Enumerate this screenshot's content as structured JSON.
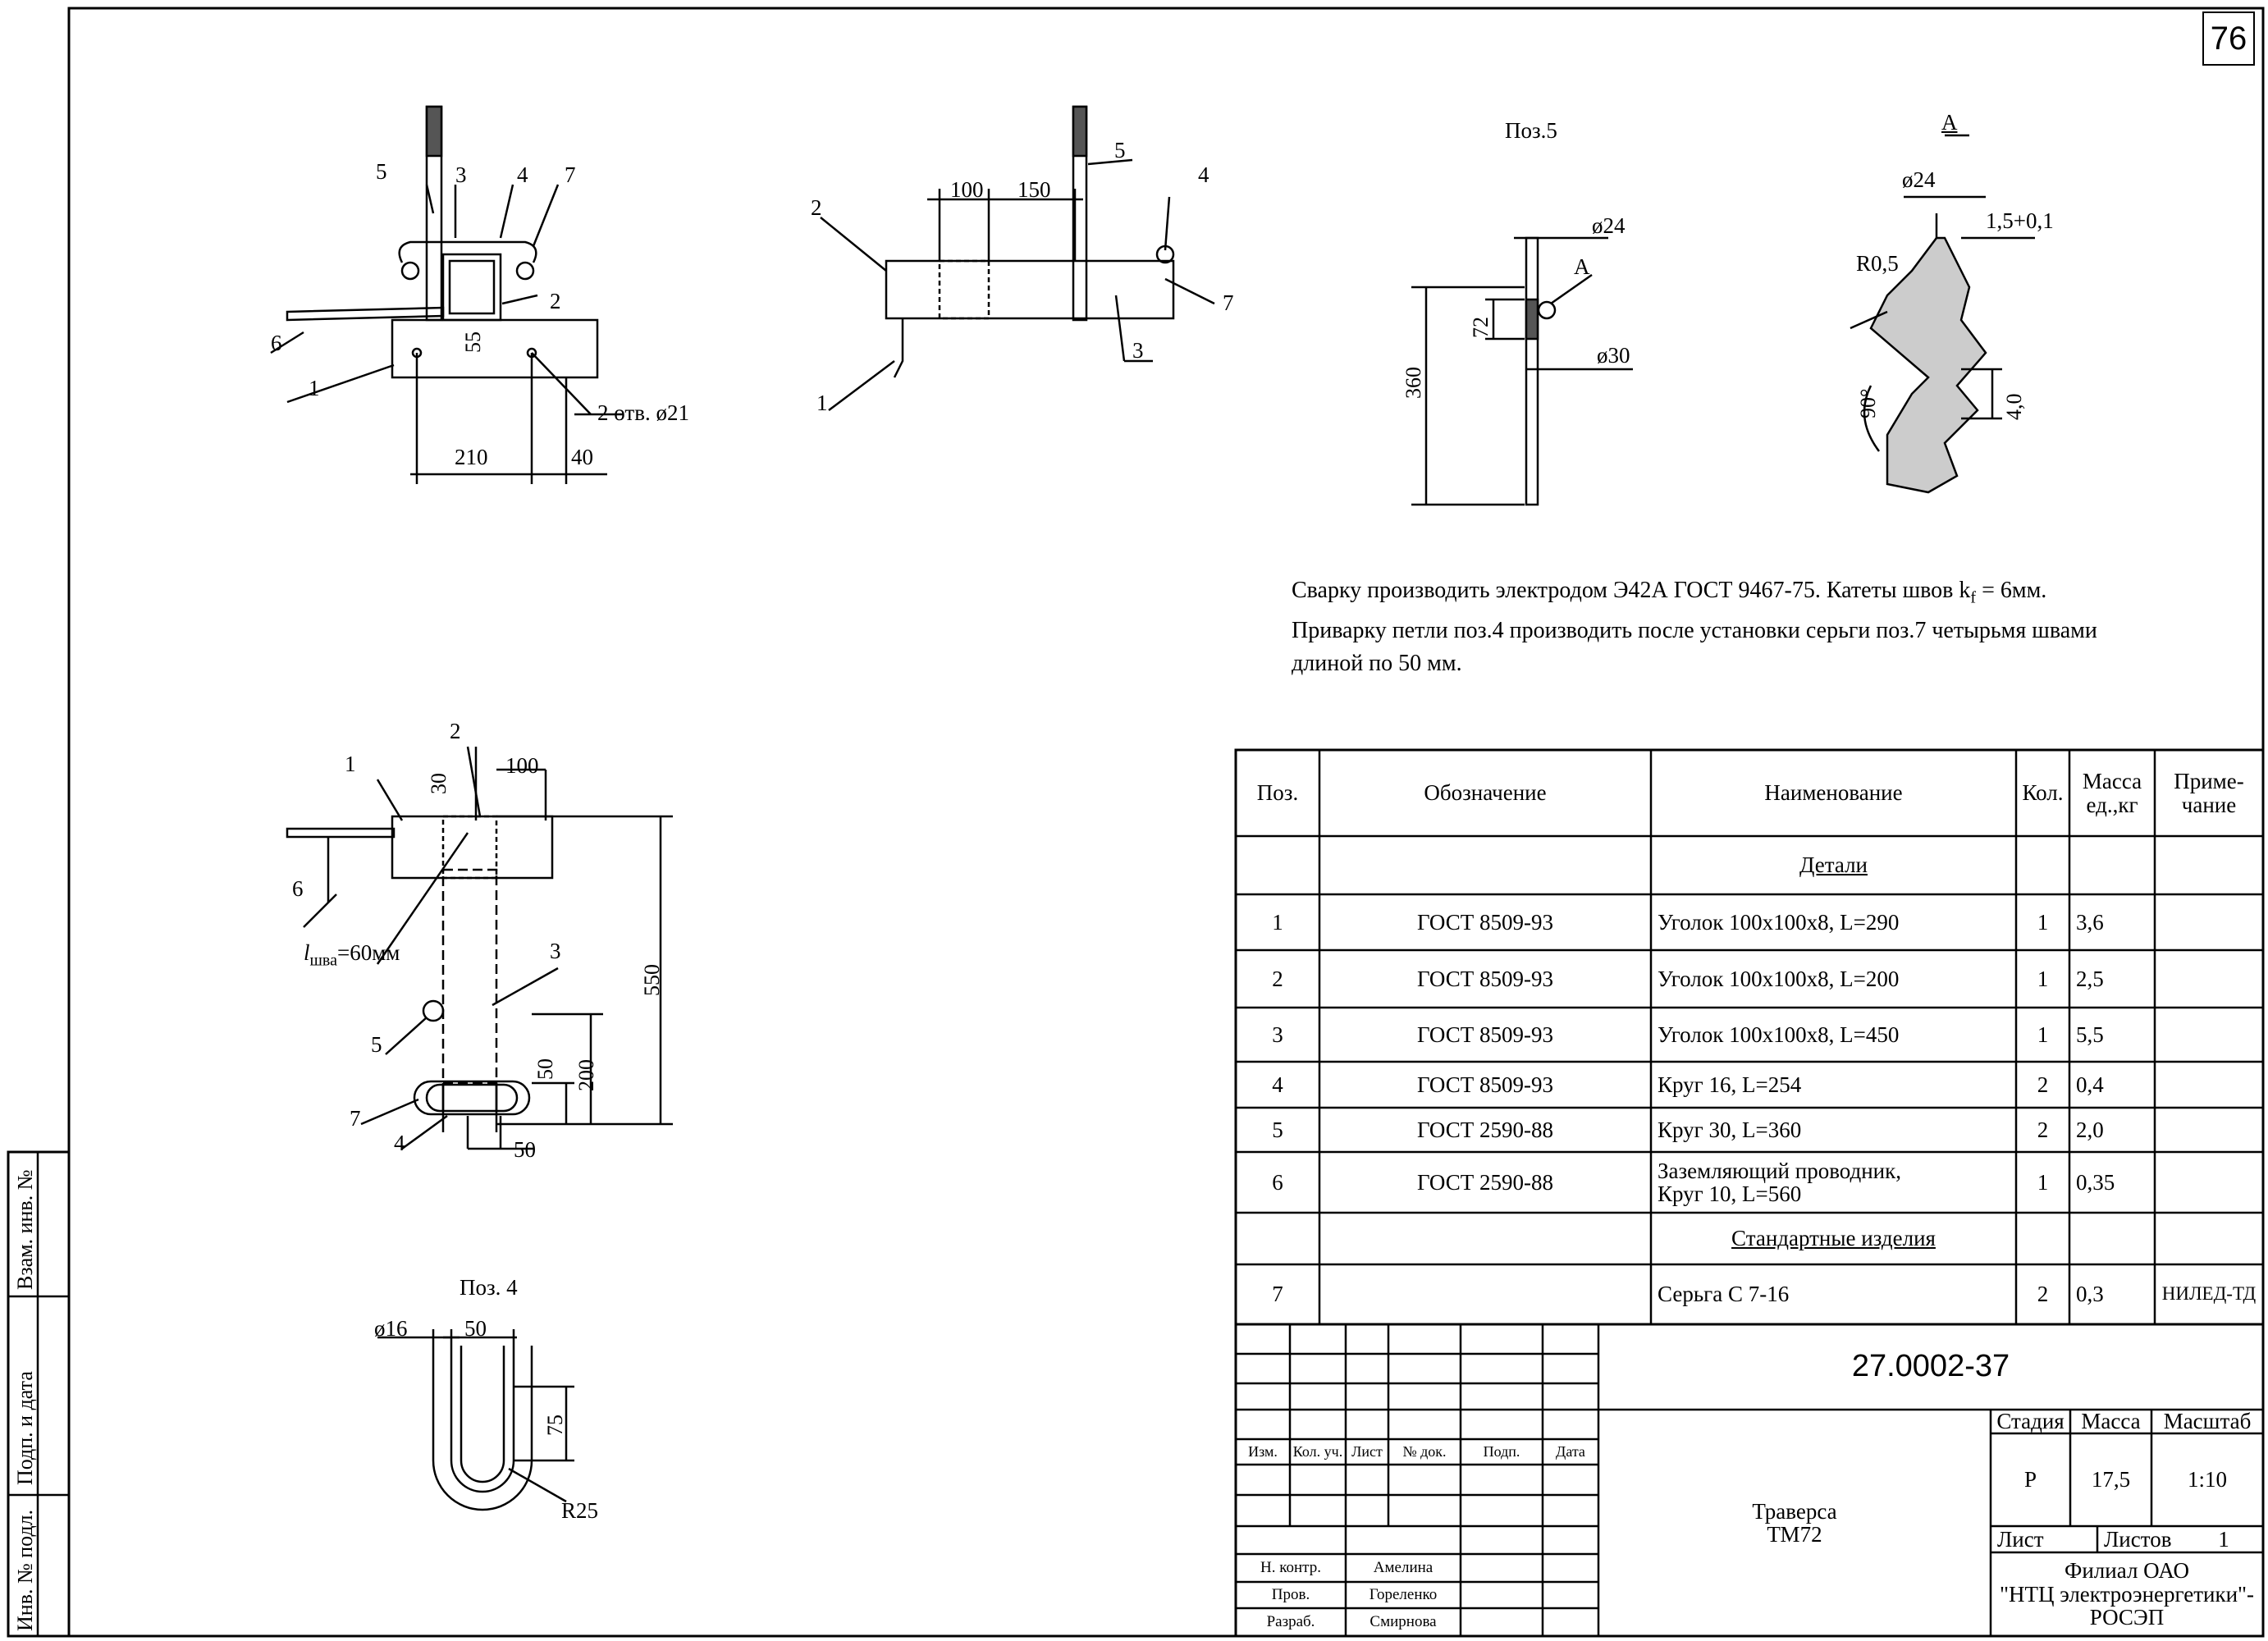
{
  "sheet_number": "76",
  "views": {
    "top_left": {
      "callouts": [
        "5",
        "3",
        "4",
        "7",
        "2",
        "6",
        "1"
      ],
      "hole_note": "2 отв. ø21",
      "dims": [
        "210",
        "40",
        "55"
      ]
    },
    "top_middle": {
      "callouts": [
        "2",
        "5",
        "4",
        "7",
        "3",
        "1"
      ],
      "dims": [
        "100",
        "150"
      ]
    },
    "pos5": {
      "title": "Поз.5",
      "dims": [
        "ø24",
        "ø30",
        "72",
        "360"
      ],
      "callout": "А"
    },
    "detail_a": {
      "title": "А",
      "dims": [
        "ø24",
        "1,5+0,1",
        "R0,5",
        "90°",
        "4,0"
      ]
    },
    "plan": {
      "callouts": [
        "1",
        "2",
        "6",
        "5",
        "3",
        "7",
        "4"
      ],
      "dims": [
        "30",
        "100",
        "550",
        "50",
        "200",
        "50"
      ],
      "weld_label": "=60мм",
      "weld_l": "l",
      "weld_sub": "шва"
    },
    "pos4": {
      "title": "Поз. 4",
      "dims": [
        "ø16",
        "50",
        "75",
        "R25"
      ]
    }
  },
  "notes": [
    "Сварку производить электродом Э42А ГОСТ 9467-75.  Катеты швов k",
    "f",
    " = 6мм.",
    "Приварку петли поз.4 производить после установки серьги поз.7 четырьмя швами",
    "длиной по 50 мм."
  ],
  "spec_table": {
    "headers": {
      "pos": "Поз.",
      "designation": "Обозначение",
      "name": "Наименование",
      "qty": "Кол.",
      "mass": "Масса ед.,кг",
      "mass_1": "Масса",
      "mass_2": "ед.,кг",
      "note_1": "Приме-",
      "note_2": "чание"
    },
    "section_details": "Детали",
    "section_standard": "Стандартные изделия",
    "rows": [
      {
        "pos": "1",
        "designation": "ГОСТ 8509-93",
        "name": "Уголок 100x100x8, L=290",
        "qty": "1",
        "mass": "3,6",
        "note": ""
      },
      {
        "pos": "2",
        "designation": "ГОСТ 8509-93",
        "name": "Уголок 100x100x8, L=200",
        "qty": "1",
        "mass": "2,5",
        "note": ""
      },
      {
        "pos": "3",
        "designation": "ГОСТ 8509-93",
        "name": "Уголок 100x100x8, L=450",
        "qty": "1",
        "mass": "5,5",
        "note": ""
      },
      {
        "pos": "4",
        "designation": "ГОСТ 8509-93",
        "name": "Круг 16, L=254",
        "qty": "2",
        "mass": "0,4",
        "note": ""
      },
      {
        "pos": "5",
        "designation": "ГОСТ 2590-88",
        "name": "Круг 30, L=360",
        "qty": "2",
        "mass": "2,0",
        "note": ""
      },
      {
        "pos": "6",
        "designation": "ГОСТ 2590-88",
        "name_1": "Заземляющий проводник,",
        "name_2": "Круг 10, L=560",
        "qty": "1",
        "mass": "0,35",
        "note": ""
      },
      {
        "pos": "7",
        "designation": "",
        "name": "Серьга С 7-16",
        "qty": "2",
        "mass": "0,3",
        "note": "НИЛЕД-ТД"
      }
    ]
  },
  "title_block": {
    "doc_number": "27.0002-37",
    "title_1": "Траверса",
    "title_2": "ТМ72",
    "col_headers": [
      "Изм.",
      "Кол. уч.",
      "Лист",
      "№ док.",
      "Подп.",
      "Дата"
    ],
    "stage_label": "Стадия",
    "mass_label": "Масса",
    "scale_label": "Масштаб",
    "stage": "Р",
    "mass": "17,5",
    "scale": "1:10",
    "sheet_label": "Лист",
    "sheets_label": "Листов",
    "sheets": "1",
    "org_1": "Филиал ОАО",
    "org_2": "\"НТЦ электроэнергетики\"-",
    "org_3": "РОСЭП",
    "roles": [
      {
        "role": "Н. контр.",
        "name": "Амелина"
      },
      {
        "role": "Пров.",
        "name": "Гореленко"
      },
      {
        "role": "Разраб.",
        "name": "Смирнова"
      }
    ]
  },
  "side_stamps": [
    "Взам. инв. №",
    "Подп. и дата",
    "Инв. № подл."
  ]
}
